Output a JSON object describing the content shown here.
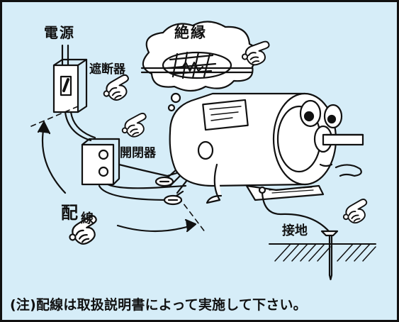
{
  "labels": {
    "power_source": "電源",
    "insulation": "絶縁",
    "circuit_breaker": "遮断器",
    "switch": "開閉器",
    "wiring_char1": "配",
    "wiring_char2": "線",
    "grounding": "接地"
  },
  "note": "(注)配線は取扱説明書によって実施して下さい。",
  "colors": {
    "background": "#d6edf8",
    "line": "#111111",
    "fill": "#ffffff"
  },
  "icons": [
    "pointing-hand-icon",
    "motor-character-icon",
    "ground-rod-icon",
    "thought-cloud-icon"
  ]
}
